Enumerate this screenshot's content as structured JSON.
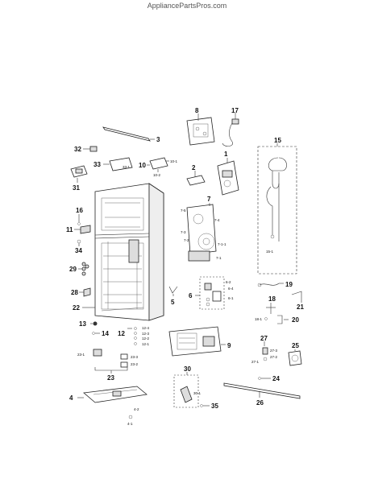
{
  "watermark": "AppliancePartsPros.com",
  "callouts": {
    "c1": "1",
    "c2": "2",
    "c3": "3",
    "c4": "4",
    "c5": "5",
    "c6": "6",
    "c7": "7",
    "c8": "8",
    "c9": "9",
    "c10": "10",
    "c11": "11",
    "c12": "12",
    "c13": "13",
    "c14": "14",
    "c15": "15",
    "c16": "16",
    "c17": "17",
    "c18": "18",
    "c19": "19",
    "c20": "20",
    "c21": "21",
    "c22": "22",
    "c23": "23",
    "c24": "24",
    "c25": "25",
    "c26": "26",
    "c27": "27",
    "c28": "28",
    "c29": "29",
    "c30": "30",
    "c31": "31",
    "c32": "32",
    "c33": "33",
    "c34": "34",
    "c35": "35"
  },
  "subcallouts": {
    "s10_1": "10-1",
    "s10_2": "10-2",
    "s33_1": "33-1",
    "s7_1": "7-1",
    "s7_2": "7-2",
    "s7_3": "7-3",
    "s7_4": "7-4",
    "s7_1_1": "7-1-1",
    "s7_5": "7-5",
    "s15_1": "15-1",
    "s6_2": "6-2",
    "s6_4": "6-4",
    "s6_1": "6-1",
    "s18_1": "18-1",
    "s12_4": "12-4",
    "s12_3": "12-3",
    "s12_2": "12-2",
    "s12_1": "12-1",
    "s23_1": "23-1",
    "s23_3": "23-3",
    "s23_2": "23-2",
    "s27_3": "27-3",
    "s27_2": "27-2",
    "s27_1": "27-1",
    "s30_1": "30-1",
    "s4_2": "4-2",
    "s4_1": "4-1"
  }
}
